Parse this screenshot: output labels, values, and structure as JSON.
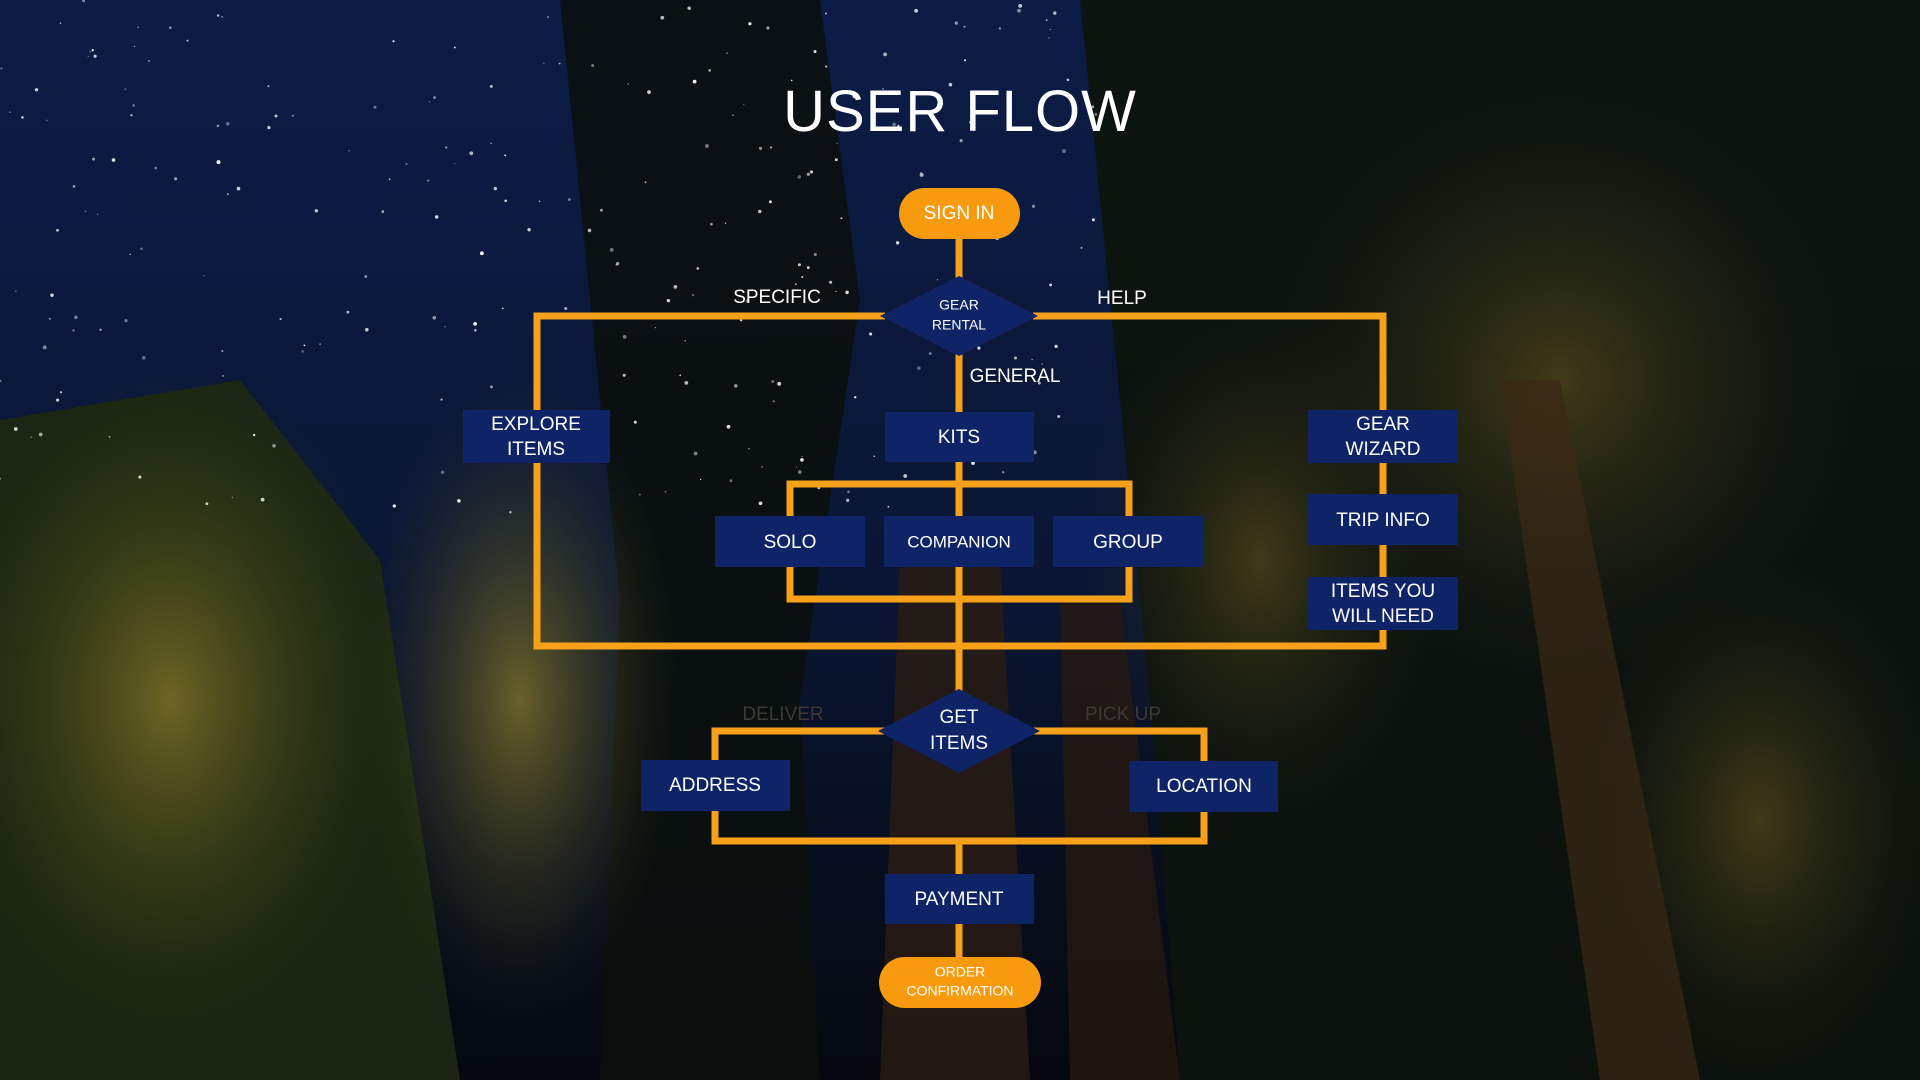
{
  "title": "USER FLOW",
  "colors": {
    "line": "#f7a11a",
    "terminal": "#f79a0e",
    "process": "#0f2466",
    "decision": "#0f2466",
    "text": "#ffffff",
    "sky_top": "#0b1a3f",
    "forest": "#1a2412"
  },
  "nodes": {
    "sign_in": "SIGN IN",
    "gear_rental": [
      "GEAR",
      "RENTAL"
    ],
    "explore_items": [
      "EXPLORE",
      "ITEMS"
    ],
    "kits": "KITS",
    "gear_wizard": [
      "GEAR",
      "WIZARD"
    ],
    "solo": "SOLO",
    "companion": "COMPANION",
    "group": "GROUP",
    "trip_info": "TRIP INFO",
    "items_you_will_need": [
      "ITEMS YOU",
      "WILL NEED"
    ],
    "get_items": [
      "GET",
      "ITEMS"
    ],
    "address": "ADDRESS",
    "location": "LOCATION",
    "payment": "PAYMENT",
    "order_confirmation": [
      "ORDER",
      "CONFIRMATION"
    ]
  },
  "edge_labels": {
    "specific": "SPECIFIC",
    "help": "HELP",
    "general": "GENERAL",
    "deliver": "DELIVER",
    "pick_up": "PICK UP"
  }
}
